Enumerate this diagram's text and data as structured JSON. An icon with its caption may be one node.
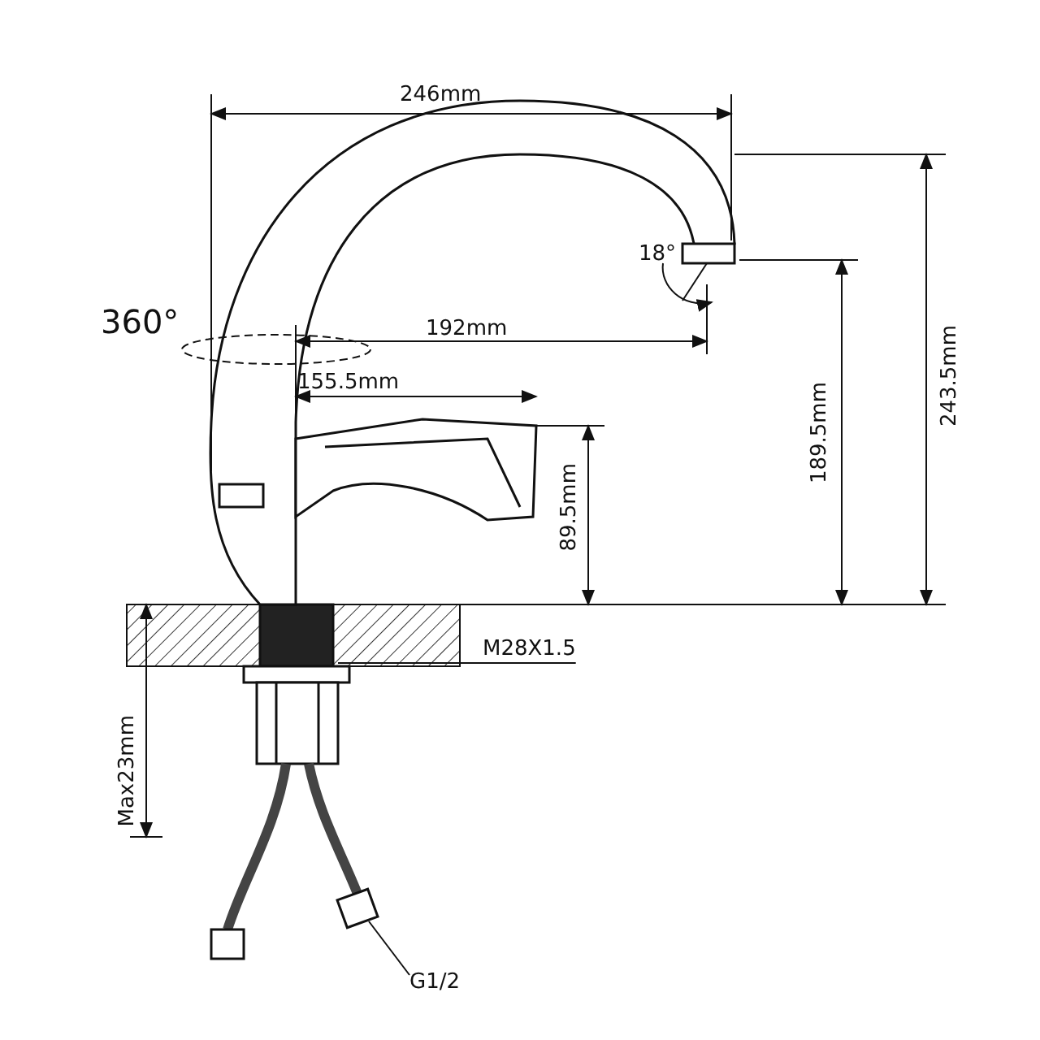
{
  "diagram": {
    "nodes": [
      {
        "text": [
          "M28X1.5"
        ]
      },
      {
        "text": [
          "G1/2"
        ]
      },
      {
        "text": [],
        "shape": "box"
      }
    ],
    "edges": [
      {
        "from": 0,
        "to": null,
        "arrow": "none"
      },
      {
        "from": 1,
        "to": 2,
        "arrow": "none"
      }
    ],
    "labels": [
      "246mm",
      "360°",
      "18°",
      "192mm",
      "155.5mm",
      "243.5mm",
      "189.5mm",
      "89.5mm",
      "Max23mm"
    ]
  }
}
